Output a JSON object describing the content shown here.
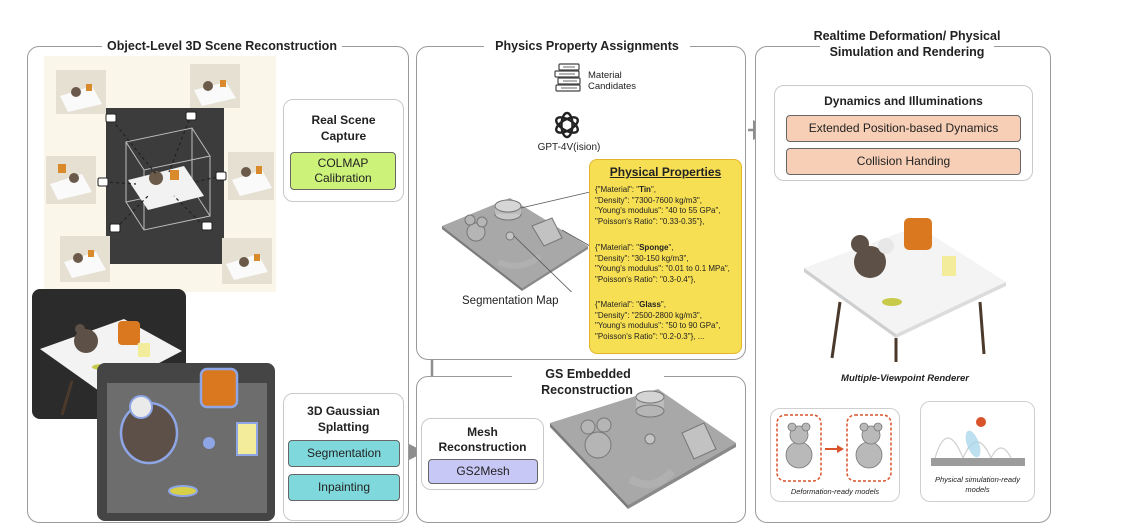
{
  "panels": {
    "left_title": "Object-Level 3D Scene Reconstruction",
    "middle_title": "Physics Property Assignments",
    "right_title_line1": "Realtime Deformation/ Physical",
    "right_title_line2": "Simulation and Rendering",
    "geometry_title_line1": "GS Embedded Geometry",
    "geometry_title_line2": "Reconstruction"
  },
  "capture": {
    "title_line1": "Real Scene",
    "title_line2": "Capture",
    "colmap_line1": "COLMAP",
    "colmap_line2": "Calibration"
  },
  "splatting": {
    "title_line1": "3D Gaussian",
    "title_line2": "Splatting",
    "segmentation": "Segmentation",
    "inpainting": "Inpainting"
  },
  "mesh": {
    "title_line1": "Mesh",
    "title_line2": "Reconstruction",
    "gs2mesh": "GS2Mesh"
  },
  "physics": {
    "material_line1": "Material",
    "material_line2": "Candidates",
    "gpt": "GPT-4V(ision)",
    "segmentation_map": "Segmentation Map",
    "properties_title": "Physical Properties",
    "materials": [
      {
        "prefix": "{\"Material\": \"",
        "name": "Tin",
        "suffix": "\",",
        "density": "\"Density\": \"7300-7600 kg/m3\",",
        "youngs": "\"Young's modulus\": \"40 to 55 GPa\",",
        "poisson": "\"Poisson's Ratio\": \"0.33-0.35\"},"
      },
      {
        "prefix": "{\"Material\": \"",
        "name": "Sponge",
        "suffix": "\",",
        "density": "\"Density\": \"30-150 kg/m3\",",
        "youngs": "\"Young's modulus\": \"0.01 to 0.1 MPa\",",
        "poisson": "\"Poisson's Ratio\": \"0.3-0.4\"},"
      },
      {
        "prefix": "{\"Material\": \"",
        "name": "Glass",
        "suffix": "\",",
        "density": "\"Density\": \"2500-2800 kg/m3\",",
        "youngs": "\"Young's modulus\": \"50 to 90 GPa\",",
        "poisson": "\"Poisson's Ratio\": \"0.2-0.3\"}, ..."
      }
    ]
  },
  "dynamics": {
    "title": "Dynamics and Illuminations",
    "pbd": "Extended Position-based Dynamics",
    "collision": "Collision Handing"
  },
  "renderer": {
    "caption": "Multiple-Viewpoint Renderer",
    "deform_caption": "Deformation-ready models",
    "physics_line1": "Physical simulation-ready",
    "physics_line2": "models"
  },
  "colors": {
    "colmap_green": "#ccf27a",
    "teal": "#7fd9dc",
    "lavender": "#c7c8f5",
    "peach": "#f7cfb6",
    "properties_yellow": "#f7df53",
    "properties_border": "#e4b52b",
    "deform_red": "#d9532b"
  }
}
